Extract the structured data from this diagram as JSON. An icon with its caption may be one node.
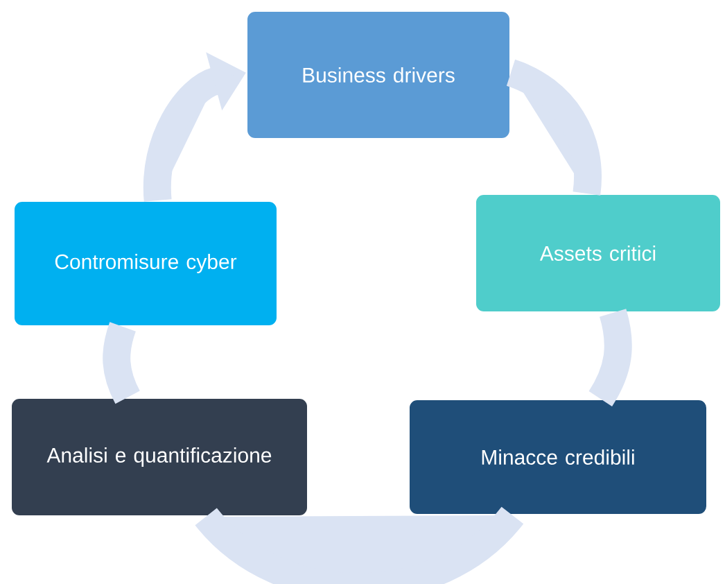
{
  "diagram": {
    "nodes": [
      {
        "text": [
          "Business drivers"
        ]
      },
      {
        "text": [
          "Assets critici"
        ]
      },
      {
        "text": [
          "Minacce credibili"
        ]
      },
      {
        "text": [
          "Analisi e quantificazione"
        ]
      },
      {
        "text": [
          "Contromisure cyber"
        ]
      }
    ],
    "edges": [
      {
        "from": 0,
        "to": 1,
        "arrow": "none"
      },
      {
        "from": 1,
        "to": 2,
        "arrow": "none"
      },
      {
        "from": 2,
        "to": 3,
        "arrow": "none"
      },
      {
        "from": 3,
        "to": 4,
        "arrow": "none"
      },
      {
        "from": 4,
        "to": 0,
        "arrow": "to"
      }
    ]
  }
}
